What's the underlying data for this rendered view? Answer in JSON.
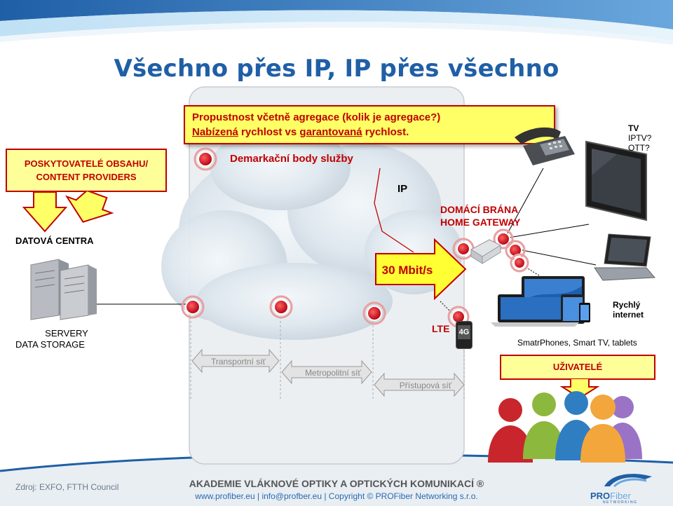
{
  "slide": {
    "title": "Všechno přes IP, IP přes všechno",
    "callout_line1": "Propustnost včetně agregace (kolik je agregace?)",
    "callout_line2_a": "Nabízená",
    "callout_line2_b": " rychlost vs ",
    "callout_line2_c": "garantovaná",
    "callout_line2_d": " rychlost.",
    "demarcation": "Demarkační body služby",
    "ip_label": "IP",
    "providers_line1": "POSKYTOVATELÉ OBSAHU/",
    "providers_line2": "CONTENT PROVIDERS",
    "datacenters": "DATOVÁ CENTRA",
    "servers_line1": "SERVERY",
    "servers_line2": "DATA STORAGE",
    "gateway_line1": "DOMÁCÍ BRÁNA",
    "gateway_line2": "HOME GATEWAY",
    "speed": "30 Mbit/s",
    "lte": "LTE",
    "lte_badge": "4G",
    "tv_title": "TV",
    "tv_line1": "IPTV?",
    "tv_line2": "OTT?",
    "fast_internet_line1": "Rychlý",
    "fast_internet_line2": "internet",
    "devices": "SmatrPhones, Smart TV, tablets",
    "users": "UŽIVATELÉ",
    "net_transport": "Transportní síť",
    "net_metro": "Metropolitní síť",
    "net_access": "Přístupová síť"
  },
  "footer": {
    "source": "Zdroj:  EXFO, FTTH Council",
    "academy": "AKADEMIE VLÁKNOVÉ OPTIKY  A OPTICKÝCH KOMUNIKACÍ ®",
    "contact": "www.profiber.eu  |  info@profber.eu  | Copyright © PROFiber Networking s.r.o.",
    "logo_pro": "PRO",
    "logo_fiber": "Fiber",
    "logo_networking": "NETWORKING"
  },
  "colors": {
    "title": "#1f5fa6",
    "accent_red": "#c00000",
    "callout_fill": "#ffff66"
  }
}
